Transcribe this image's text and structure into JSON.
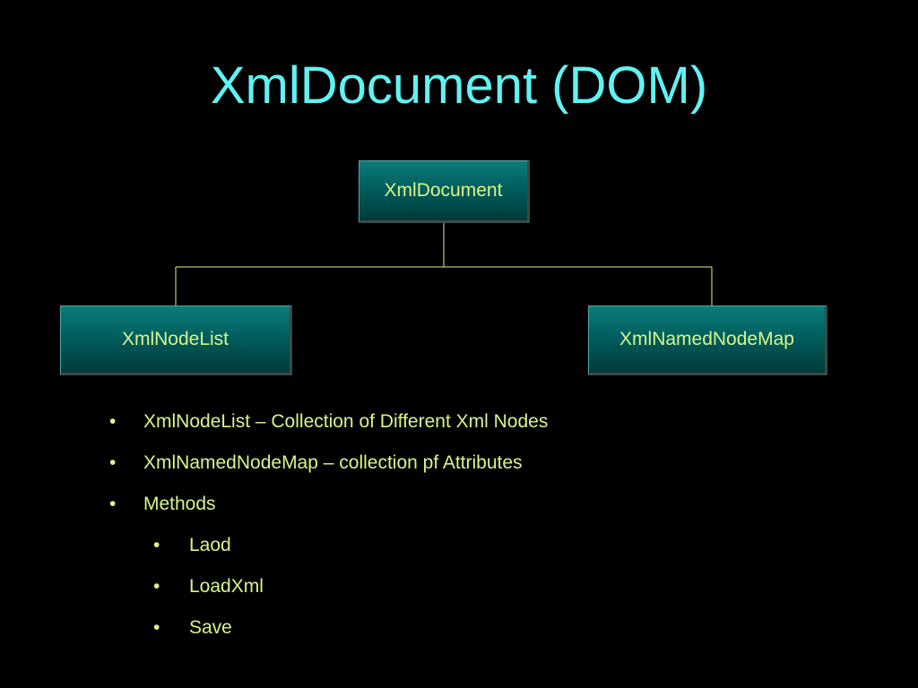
{
  "slide": {
    "title": "XmlDocument (DOM)",
    "colors": {
      "background": "#000000",
      "title": "#5FF3F3",
      "text": "#D8F48A",
      "node_fill": "#005E5E",
      "connector": "#D8F48A"
    }
  },
  "diagram": {
    "root": {
      "label": "XmlDocument"
    },
    "children": [
      {
        "label": "XmlNodeList"
      },
      {
        "label": "XmlNamedNodeMap"
      }
    ]
  },
  "bullets": [
    {
      "marker": "•",
      "text": "XmlNodeList – Collection of Different Xml Nodes"
    },
    {
      "marker": "•",
      "text": "XmlNamedNodeMap – collection pf Attributes"
    },
    {
      "marker": "•",
      "text": "Methods"
    },
    {
      "marker": "•",
      "text": "Laod"
    },
    {
      "marker": "•",
      "text": "LoadXml"
    },
    {
      "marker": "•",
      "text": "Save"
    }
  ]
}
